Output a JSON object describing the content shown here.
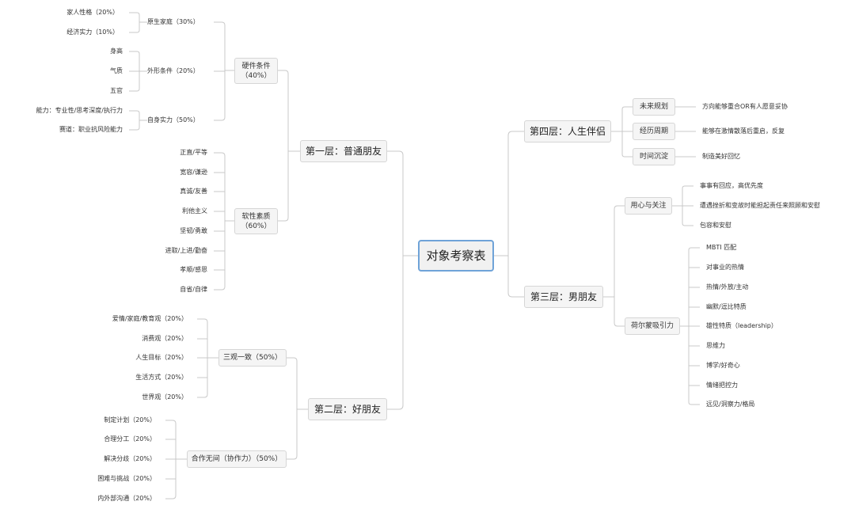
{
  "root": "对象考察表",
  "layer1": {
    "title": "第一层：普通朋友",
    "hard": {
      "title_line1": "硬件条件",
      "title_line2": "（40%）",
      "family": {
        "title": "原生家庭（30%）",
        "items": [
          "家人性格（20%）",
          "经济实力（10%）"
        ]
      },
      "appearance": {
        "title": "外形条件（20%）",
        "items": [
          "身高",
          "气质",
          "五官"
        ]
      },
      "strength": {
        "title": "自身实力（50%）",
        "items": [
          "能力：专业性/思考深度/执行力",
          "赛道：职业抗风险能力"
        ]
      }
    },
    "soft": {
      "title_line1": "软性素质",
      "title_line2": "（60%）",
      "items": [
        "正直/平等",
        "宽容/谦逊",
        "真诚/友善",
        "利他主义",
        "坚韧/勇敢",
        "进取/上进/勤奋",
        "孝顺/感恩",
        "自省/自律"
      ]
    }
  },
  "layer2": {
    "title": "第二层：好朋友",
    "values": {
      "title": "三观一致（50%）",
      "items": [
        "爱情/家庭/教育观（20%）",
        "消费观（20%）",
        "人生目标（20%）",
        "生活方式（20%）",
        "世界观（20%）"
      ]
    },
    "cooperation": {
      "title": "合作无间（协作力）（50%）",
      "items": [
        "制定计划（20%）",
        "合理分工（20%）",
        "解决分歧（20%）",
        "困难与挑战（20%）",
        "内外部沟通（20%）"
      ]
    }
  },
  "layer3": {
    "title": "第三层：男朋友",
    "care": {
      "title": "用心与关注",
      "items": [
        "事事有回应，高优先度",
        "遭遇挫折和变故时能担起责任来照顾和安慰",
        "包容和安慰"
      ]
    },
    "hormone": {
      "title": "荷尔蒙吸引力",
      "items": [
        "MBTI 匹配",
        "对事业的热情",
        "热情/外放/主动",
        "幽默/逗比特质",
        "雄性特质（leadership）",
        "思维力",
        "博学/好奇心",
        "情绪把控力",
        "远见/洞察力/格局"
      ]
    }
  },
  "layer4": {
    "title": "第四层：人生伴侣",
    "items": [
      {
        "title": "未来规划",
        "leaf": "方向能够重合OR有人愿意妥协"
      },
      {
        "title": "经历周期",
        "leaf": "能够在激情散落后重启，反复"
      },
      {
        "title": "时间沉淀",
        "leaf": "制造美好回忆"
      }
    ]
  }
}
